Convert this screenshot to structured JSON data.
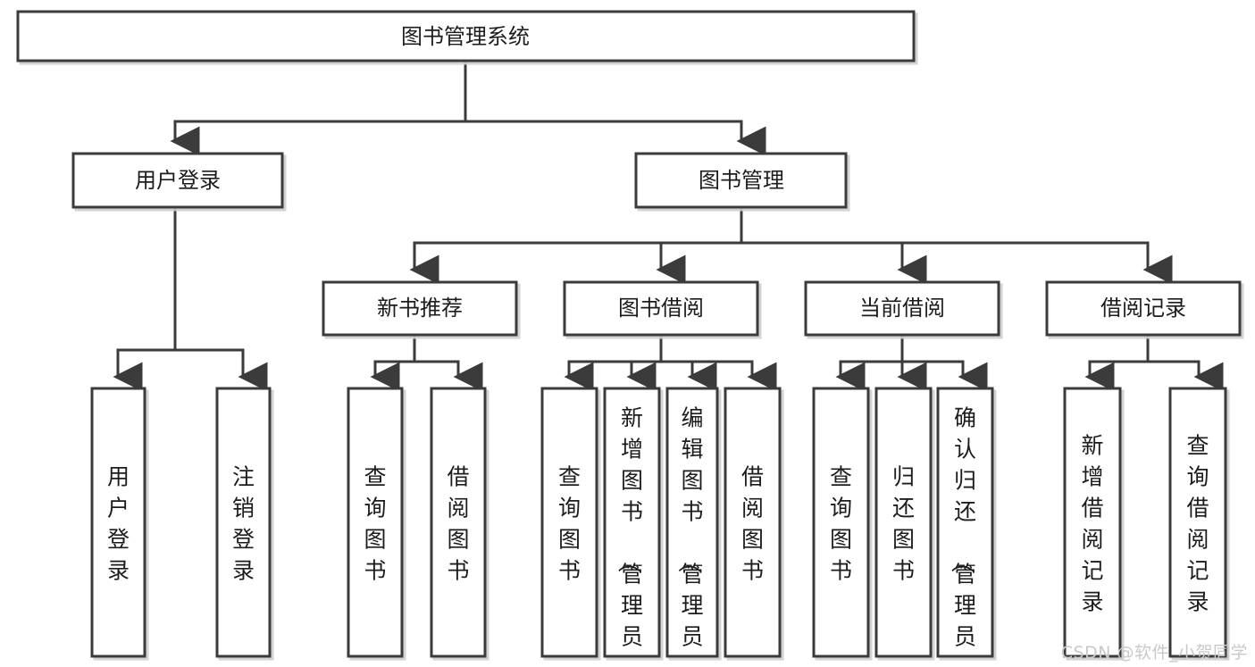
{
  "diagram": {
    "title": "图书管理系统",
    "watermark": "CSDN @软件_小贺同学",
    "colors": {
      "stroke": "#3b3b3b",
      "fill": "#ffffff",
      "text": "#1c1c1c",
      "watermark": "#c9c9c9",
      "background": "#ffffff"
    },
    "root": {
      "label": "图书管理系统"
    },
    "level2": [
      {
        "label": "用户登录"
      },
      {
        "label": "图书管理"
      }
    ],
    "level3": [
      {
        "label": "新书推荐"
      },
      {
        "label": "图书借阅"
      },
      {
        "label": "当前借阅"
      },
      {
        "label": "借阅记录"
      }
    ],
    "leaves": [
      {
        "label": "用户登录",
        "parent": "用户登录"
      },
      {
        "label": "注销登录",
        "parent": "用户登录"
      },
      {
        "label": "查询图书",
        "parent": "新书推荐"
      },
      {
        "label": "借阅图书",
        "parent": "新书推荐"
      },
      {
        "label": "查询图书",
        "parent": "图书借阅"
      },
      {
        "label": "新增图书（管理员）",
        "parent": "图书借阅"
      },
      {
        "label": "编辑图书（管理员）",
        "parent": "图书借阅"
      },
      {
        "label": "借阅图书",
        "parent": "图书借阅"
      },
      {
        "label": "查询图书",
        "parent": "当前借阅"
      },
      {
        "label": "归还图书",
        "parent": "当前借阅"
      },
      {
        "label": "确认归还（管理员）",
        "parent": "当前借阅"
      },
      {
        "label": "新增借阅记录",
        "parent": "借阅记录"
      },
      {
        "label": "查询借阅记录",
        "parent": "借阅记录"
      }
    ]
  }
}
